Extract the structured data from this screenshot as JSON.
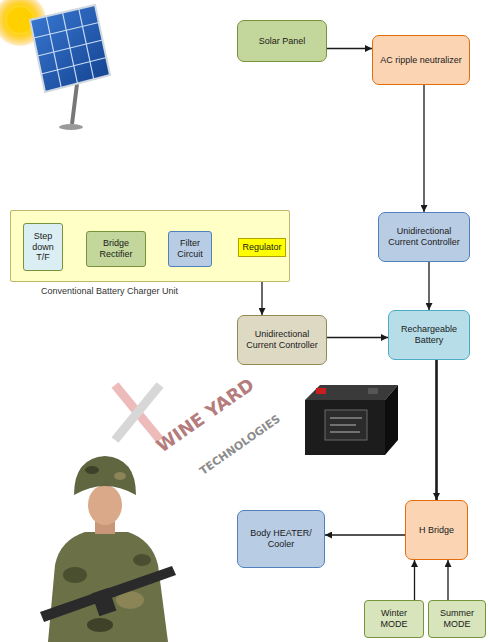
{
  "diagram": {
    "nodes": [
      {
        "text": [
          "Solar Panel"
        ]
      },
      {
        "text": [
          "AC ripple neutralizer"
        ]
      },
      {
        "text": [
          "Unidirectional Current Controller"
        ]
      },
      {
        "text": [
          "Conventional Battery Charger Unit"
        ]
      },
      {
        "text": [
          "Step down T/F"
        ],
        "in": 3
      },
      {
        "text": [
          "Bridge Rectifier"
        ],
        "in": 3
      },
      {
        "text": [
          "Filter Circuit"
        ],
        "in": 3
      },
      {
        "text": [
          "Regulator"
        ],
        "in": 3
      },
      {
        "text": [
          "Unidirectional Current Controller"
        ]
      },
      {
        "text": [
          "Rechargeable Battery"
        ]
      },
      {
        "text": [
          "H Bridge"
        ]
      },
      {
        "text": [
          "Body HEATER/ Cooler"
        ]
      },
      {
        "text": [
          "Winter MODE"
        ]
      },
      {
        "text": [
          "Summer MODE"
        ]
      }
    ],
    "edges": [
      {
        "from": 0,
        "to": 1,
        "arrow": "to"
      },
      {
        "from": 1,
        "to": 2,
        "arrow": "to"
      },
      {
        "from": 4,
        "to": 5,
        "arrow": "to"
      },
      {
        "from": 5,
        "to": 6,
        "arrow": "to"
      },
      {
        "from": 6,
        "to": 7,
        "arrow": "to"
      },
      {
        "from": 7,
        "to": 8,
        "arrow": "to"
      },
      {
        "from": 8,
        "to": 9,
        "arrow": "to"
      },
      {
        "from": 2,
        "to": 9,
        "arrow": "to"
      },
      {
        "from": 9,
        "to": 10,
        "arrow": "to"
      },
      {
        "from": 10,
        "to": 11,
        "arrow": "to"
      },
      {
        "from": 12,
        "to": 10,
        "arrow": "to"
      },
      {
        "from": 13,
        "to": 10,
        "arrow": "to"
      }
    ],
    "labels": [
      "WINE YARD",
      "TECHNOLOGIES"
    ]
  }
}
